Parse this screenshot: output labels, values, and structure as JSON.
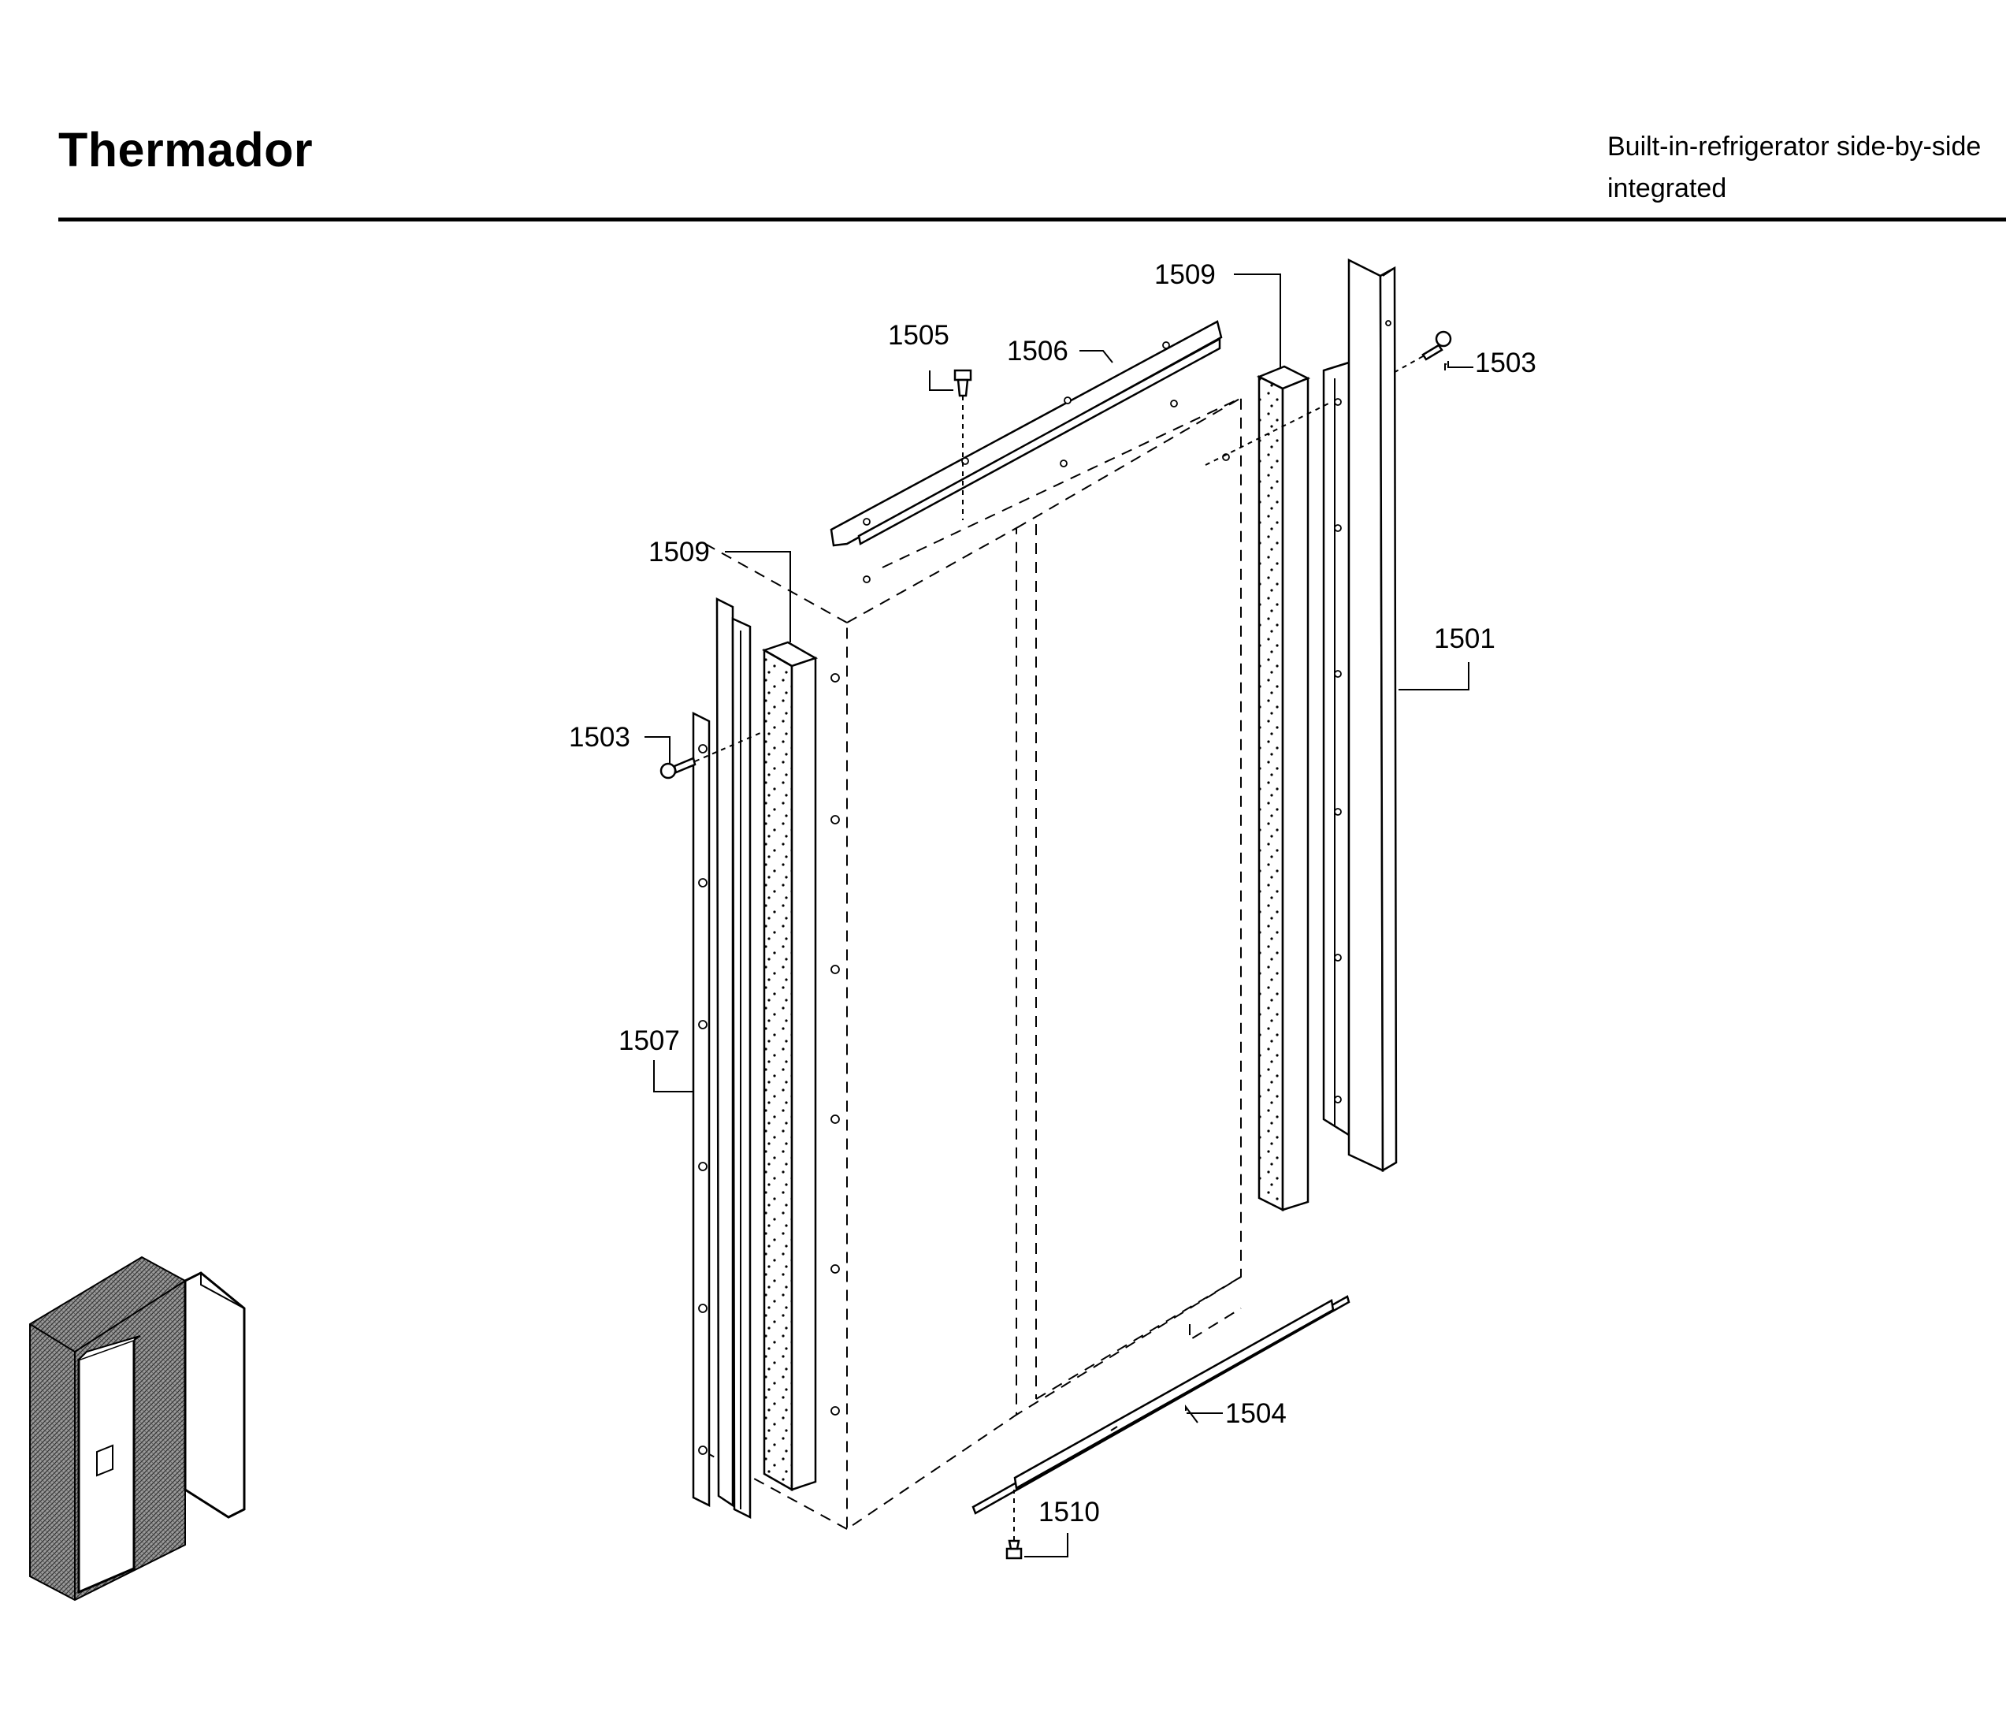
{
  "header": {
    "brand": "Thermador",
    "subtitle_line1": "Built-in-refrigerator side-by-side",
    "subtitle_line2": "integrated"
  },
  "callouts": {
    "c1501": "1501",
    "c1503_right": "1503",
    "c1503_left": "1503",
    "c1504": "1504",
    "c1505": "1505",
    "c1506": "1506",
    "c1507": "1507",
    "c1509_top": "1509",
    "c1509_left": "1509",
    "c1510": "1510"
  }
}
